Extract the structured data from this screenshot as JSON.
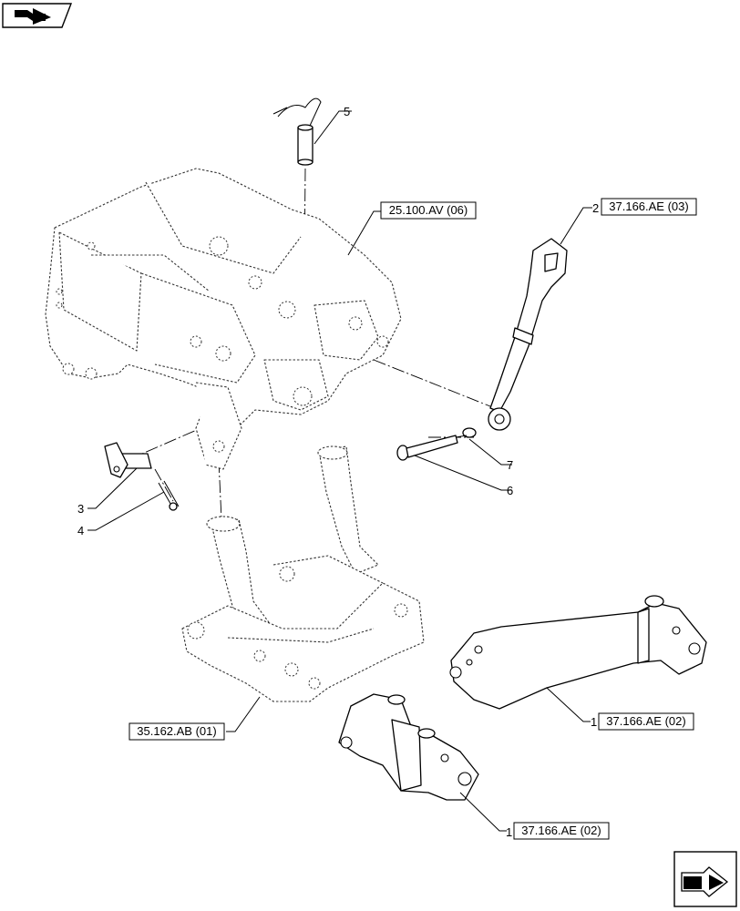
{
  "callouts": {
    "c5": "5",
    "c2": "2",
    "c3": "3",
    "c4": "4",
    "c6": "6",
    "c7": "7",
    "c1a": "1",
    "c1b": "1"
  },
  "references": {
    "main_frame": "25.100.AV (06)",
    "top_link": "37.166.AE (03)",
    "lift_cylinders": "35.162.AB (01)",
    "lower_link_right": "37.166.AE (02)",
    "lower_link_left": "37.166.AE (02)"
  },
  "icons": {
    "top_left": "book-arrow-icon",
    "bottom_right": "next-page-arrow-icon"
  }
}
